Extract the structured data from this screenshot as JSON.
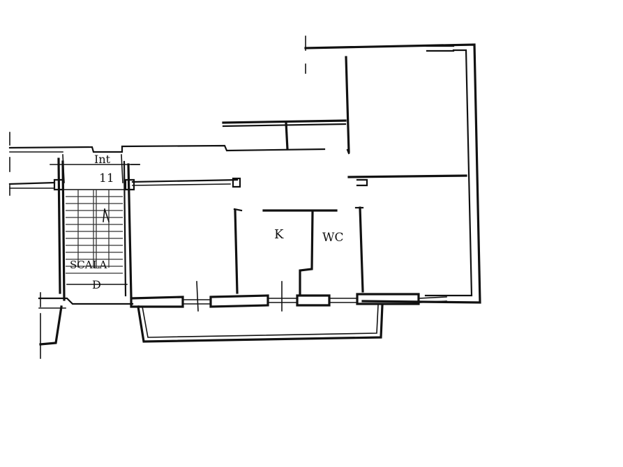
{
  "labels": {
    "unit_prefix": "Int",
    "unit_number": "11",
    "kitchen": "K",
    "wc": "WC",
    "stair": "SCALA",
    "stair_letter": "D"
  }
}
